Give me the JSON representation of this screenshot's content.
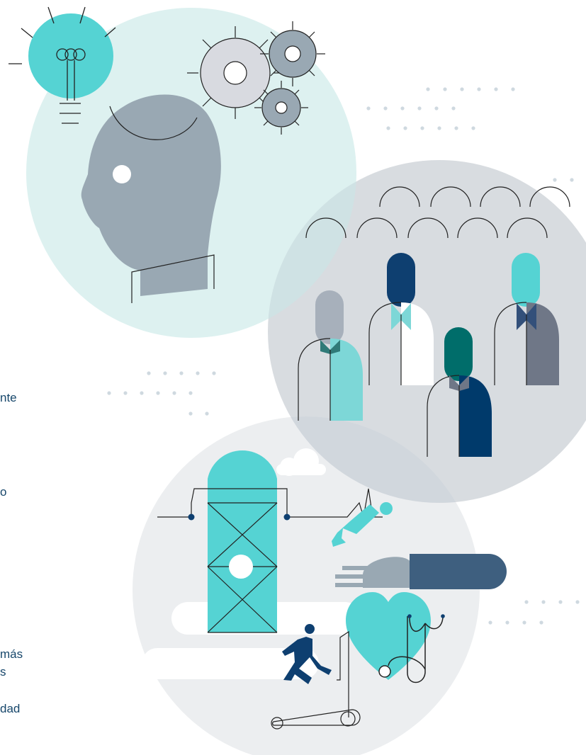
{
  "text_fragments": [
    "nte",
    "o",
    "más",
    "s",
    "dad"
  ],
  "colors": {
    "teal": "#55D3D3",
    "light_teal_bg": "#DDF1F0",
    "gray_bg": "#D8DCE0",
    "slate": "#99A8B3",
    "navy": "#003A6B",
    "dark_teal": "#006D6A",
    "dark_gray": "#6F7787",
    "steel_blue": "#3E5F7F",
    "text": "#17476B"
  },
  "icons": [
    "lightbulb-icon",
    "gear-icon",
    "head-profile-icon",
    "people-group-icon",
    "medical-tower-icon",
    "heart-stethoscope-icon",
    "runner-treadmill-icon",
    "falling-person-icon"
  ]
}
